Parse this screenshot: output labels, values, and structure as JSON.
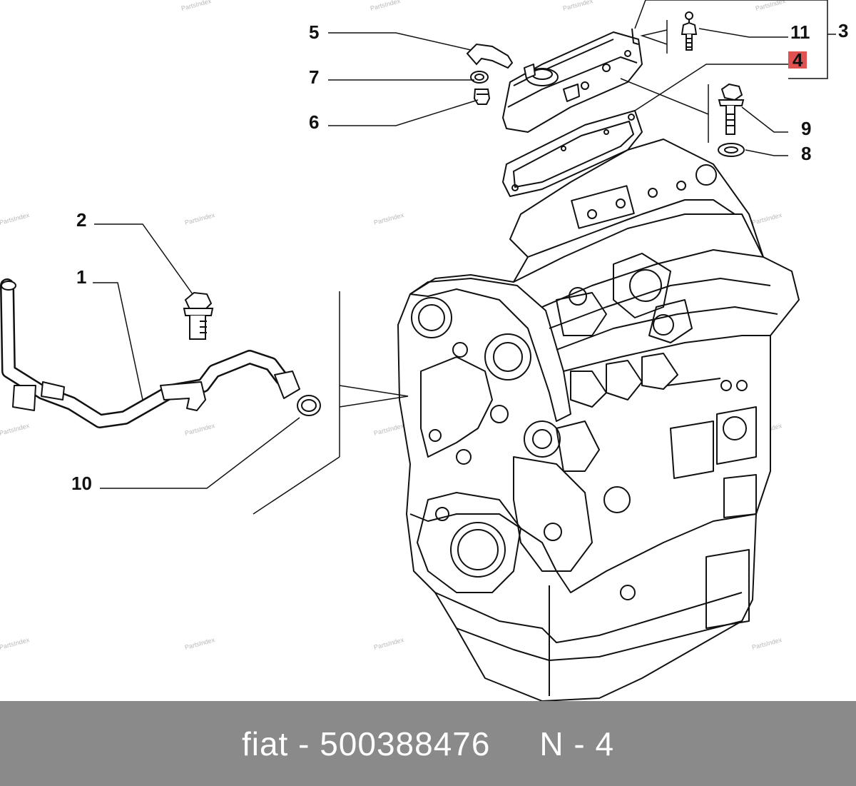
{
  "callouts": [
    {
      "id": "1",
      "label": "1"
    },
    {
      "id": "2",
      "label": "2"
    },
    {
      "id": "3",
      "label": "3"
    },
    {
      "id": "4",
      "label": "4",
      "highlight": true
    },
    {
      "id": "5",
      "label": "5"
    },
    {
      "id": "6",
      "label": "6"
    },
    {
      "id": "7",
      "label": "7"
    },
    {
      "id": "8",
      "label": "8"
    },
    {
      "id": "9",
      "label": "9"
    },
    {
      "id": "10",
      "label": "10"
    },
    {
      "id": "11",
      "label": "11"
    }
  ],
  "watermark": "PartsIndex",
  "highlight_color": "#e05252",
  "footer": {
    "brand": "fiat",
    "separator": "-",
    "part_number": "500388476",
    "position_label": "N - 4",
    "background": "#8a8a8a",
    "text_color": "#ffffff"
  }
}
